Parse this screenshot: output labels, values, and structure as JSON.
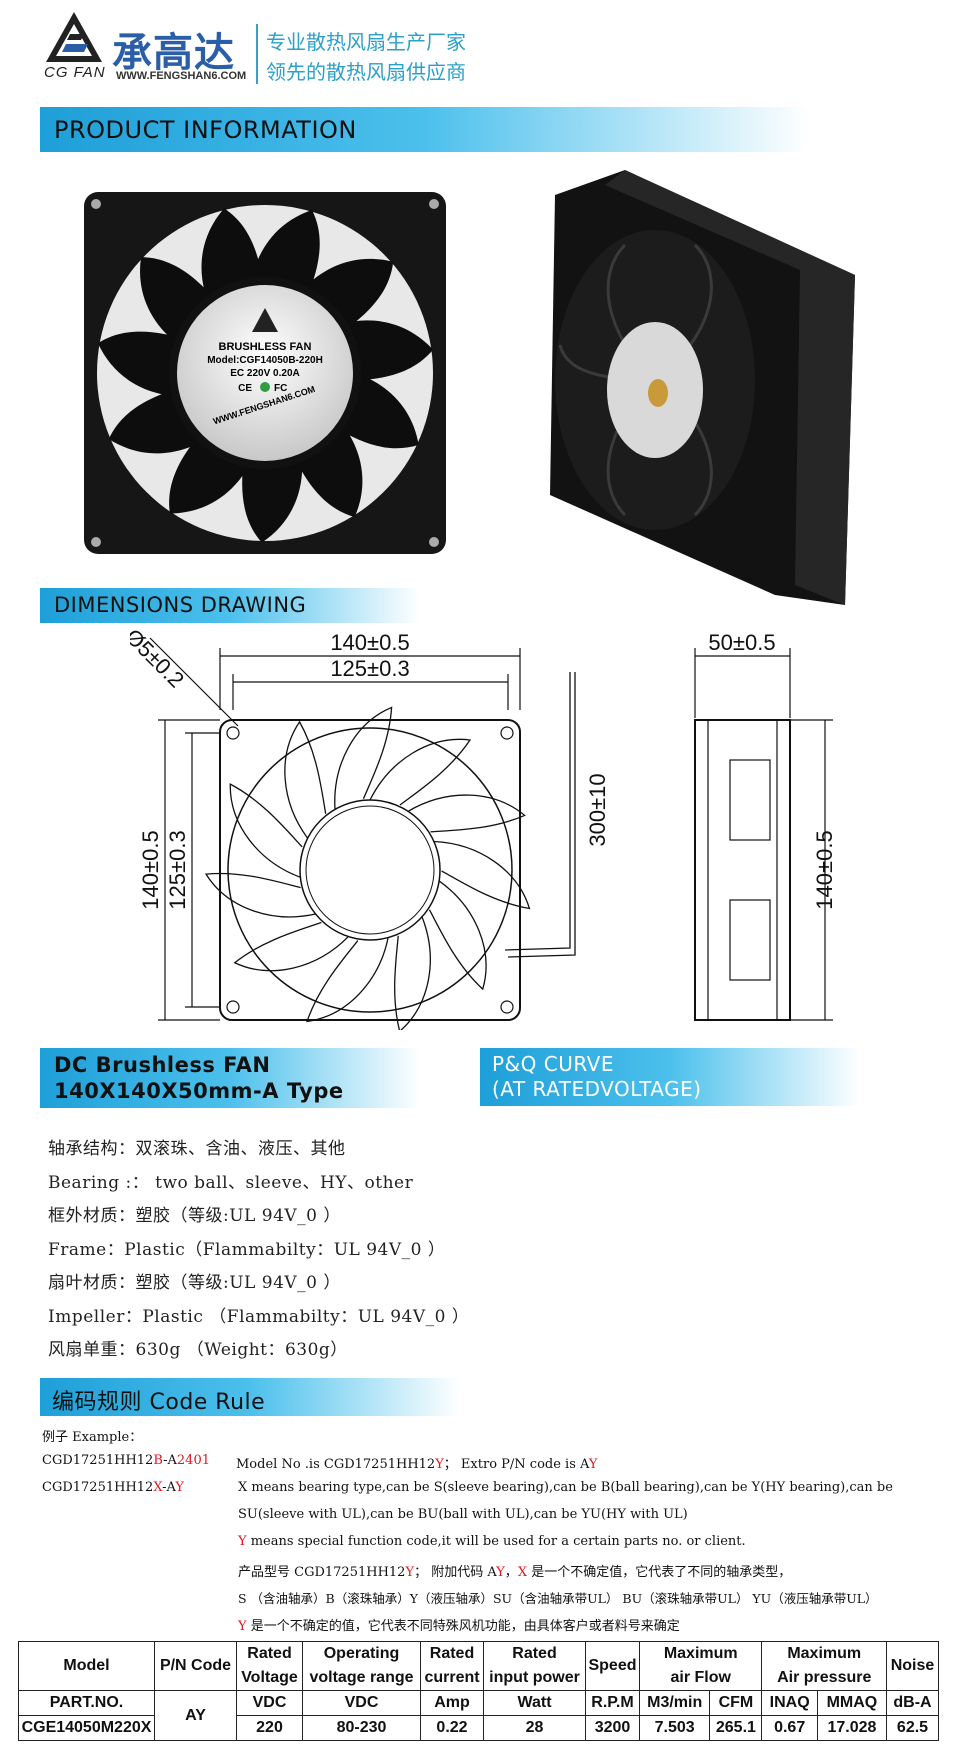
{
  "header": {
    "brand_cn": "承高达",
    "brand_en": "CG FAN",
    "url": "WWW.FENGSHAN6.COM",
    "slogan1": "专业散热风扇生产厂家",
    "slogan2": "领先的散热风扇供应商",
    "accent": "#2ba0c9"
  },
  "sections": {
    "product_info": "PRODUCT  INFORMATION",
    "dimensions": "DIMENSIONS  DRAWING",
    "fan_title1": "DC Brushless FAN",
    "fan_title2": "140X140X50mm-A Type",
    "pq_title1": "P&Q  CURVE",
    "pq_title2": "(AT  RATEDVOLTAGE)",
    "code_rule": "编码规则 Code  Rule"
  },
  "fan_label": {
    "line1": "BRUSHLESS FAN",
    "line2": "Model:CGF14050B-220H",
    "line3": "EC 220V  0.20A",
    "line4": "CE",
    "line5": "FC",
    "line6": "WWW.FENGSHAN6.COM"
  },
  "dimensions": {
    "hole": "Ø5±0.2",
    "outer_w": "140±0.5",
    "inner_w": "125±0.3",
    "outer_h": "140±0.5",
    "inner_h": "125±0.3",
    "lead": "300±10",
    "depth": "50±0.5",
    "side_h": "140±0.5"
  },
  "specs": [
    "轴承结构：双滚珠、含油、液压、其他",
    "Bearing :： two  ball、sleeve、HY、other",
    "框外材质：塑胶（等级:UL 94V_0 ）",
    "Frame：Plastic（Flammabilty：UL 94V_0 ）",
    "扇叶材质：塑胶（等级:UL 94V_0 ）",
    "Impeller：Plastic （Flammabilty：UL 94V_0 ）",
    "风扇单重：630g （Weight：630g）"
  ],
  "code_rule": {
    "example": "例子 Example：",
    "ex1_a": "CGD17251HH12",
    "ex1_b": "B",
    "ex1_c": "-A",
    "ex1_d": "2401",
    "ex1_desc_a": "Model  No .is  CGD17251HH12",
    "ex1_desc_b": "Y",
    "ex1_desc_c": "；  Extro  P/N  code  is  A",
    "ex1_desc_d": "Y",
    "ex2_a": "CGD17251HH12",
    "ex2_b": "X",
    "ex2_c": "-A",
    "ex2_d": "Y",
    "x_desc1": "X  means bearing type,can  be S(sleeve bearing),can be B(ball bearing),can be Y(HY bearing),can be",
    "x_desc2": "SU(sleeve with UL),can be BU(ball with UL),can be YU(HY with UL)",
    "y_letter": "Y",
    "y_desc": " means special function code,it will be used for a certain parts no. or client.",
    "cn1_a": "产品型号  CGD17251HH12",
    "cn1_b": "Y",
    "cn1_c": "；  附加代码  A",
    "cn1_d": "Y",
    "cn1_e": "，",
    "cn1_f": "X",
    "cn1_g": " 是一个不确定值，它代表了不同的轴承类型，",
    "cn2": "S （含油轴承）B（滚珠轴承）Y（液压轴承）SU（含油轴承带UL） BU（滚珠轴承带UL） YU（液压轴承带UL）",
    "cn3_a": "Y",
    "cn3_b": " 是一个不确定的值，它代表不同特殊风机功能，由具体客户或者料号来确定"
  },
  "table": {
    "h_model": "Model",
    "h_pn": "P/N Code",
    "h_rated_v1": "Rated",
    "h_rated_v2": "Voltage",
    "h_op1": "Operating",
    "h_op2": "voltage range",
    "h_rc1": "Rated",
    "h_rc2": "current",
    "h_rp1": "Rated",
    "h_rp2": "input power",
    "h_speed": "Speed",
    "h_af1": "Maximum",
    "h_af2": "air Flow",
    "h_ap1": "Maximum",
    "h_ap2": "Air pressure",
    "h_noise": "Noise",
    "u_part": "PART.NO.",
    "u_vdc": "VDC",
    "u_vdc2": "VDC",
    "u_amp": "Amp",
    "u_watt": "Watt",
    "u_rpm": "R.P.M",
    "u_m3": "M3/min",
    "u_cfm": "CFM",
    "u_inaq": "INAQ",
    "u_mmaq": "MMAQ",
    "u_dba": "dB-A",
    "model": "CGE14050M220X",
    "pn": "AY",
    "voltage": "220",
    "range": "80-230",
    "current": "0.22",
    "power": "28",
    "speed": "3200",
    "m3": "7.503",
    "cfm": "265.1",
    "inaq": "0.67",
    "mmaq": "17.028",
    "noise": "62.5"
  }
}
